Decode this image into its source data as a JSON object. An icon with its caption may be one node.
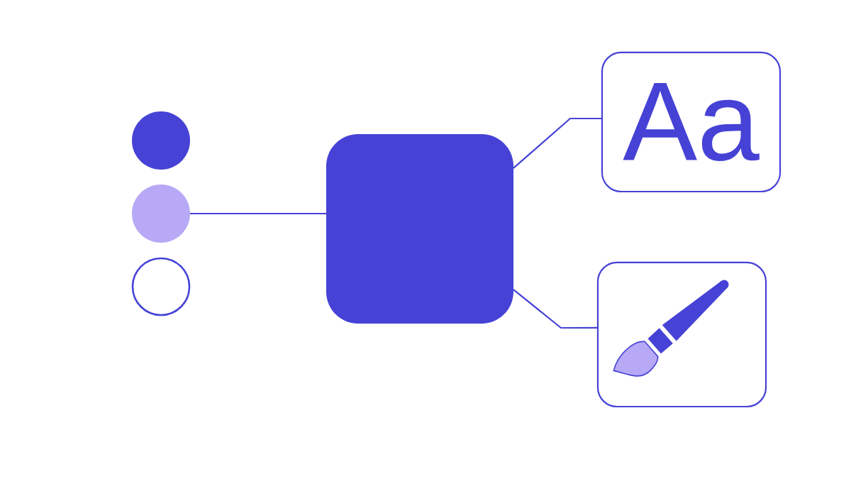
{
  "diagram": {
    "nodes": [
      {
        "text": [],
        "shape": "circle"
      },
      {
        "text": [],
        "shape": "circle"
      },
      {
        "text": [],
        "shape": "circle"
      },
      {
        "text": [],
        "shape": "box"
      },
      {
        "text": [
          "Aa"
        ]
      },
      {
        "text": [],
        "shape": "picture"
      }
    ],
    "edges": [
      {
        "from": 1,
        "to": 3,
        "arrow": "none"
      },
      {
        "from": 3,
        "to": 4,
        "arrow": "none"
      },
      {
        "from": 3,
        "to": 5,
        "arrow": "none"
      }
    ]
  }
}
